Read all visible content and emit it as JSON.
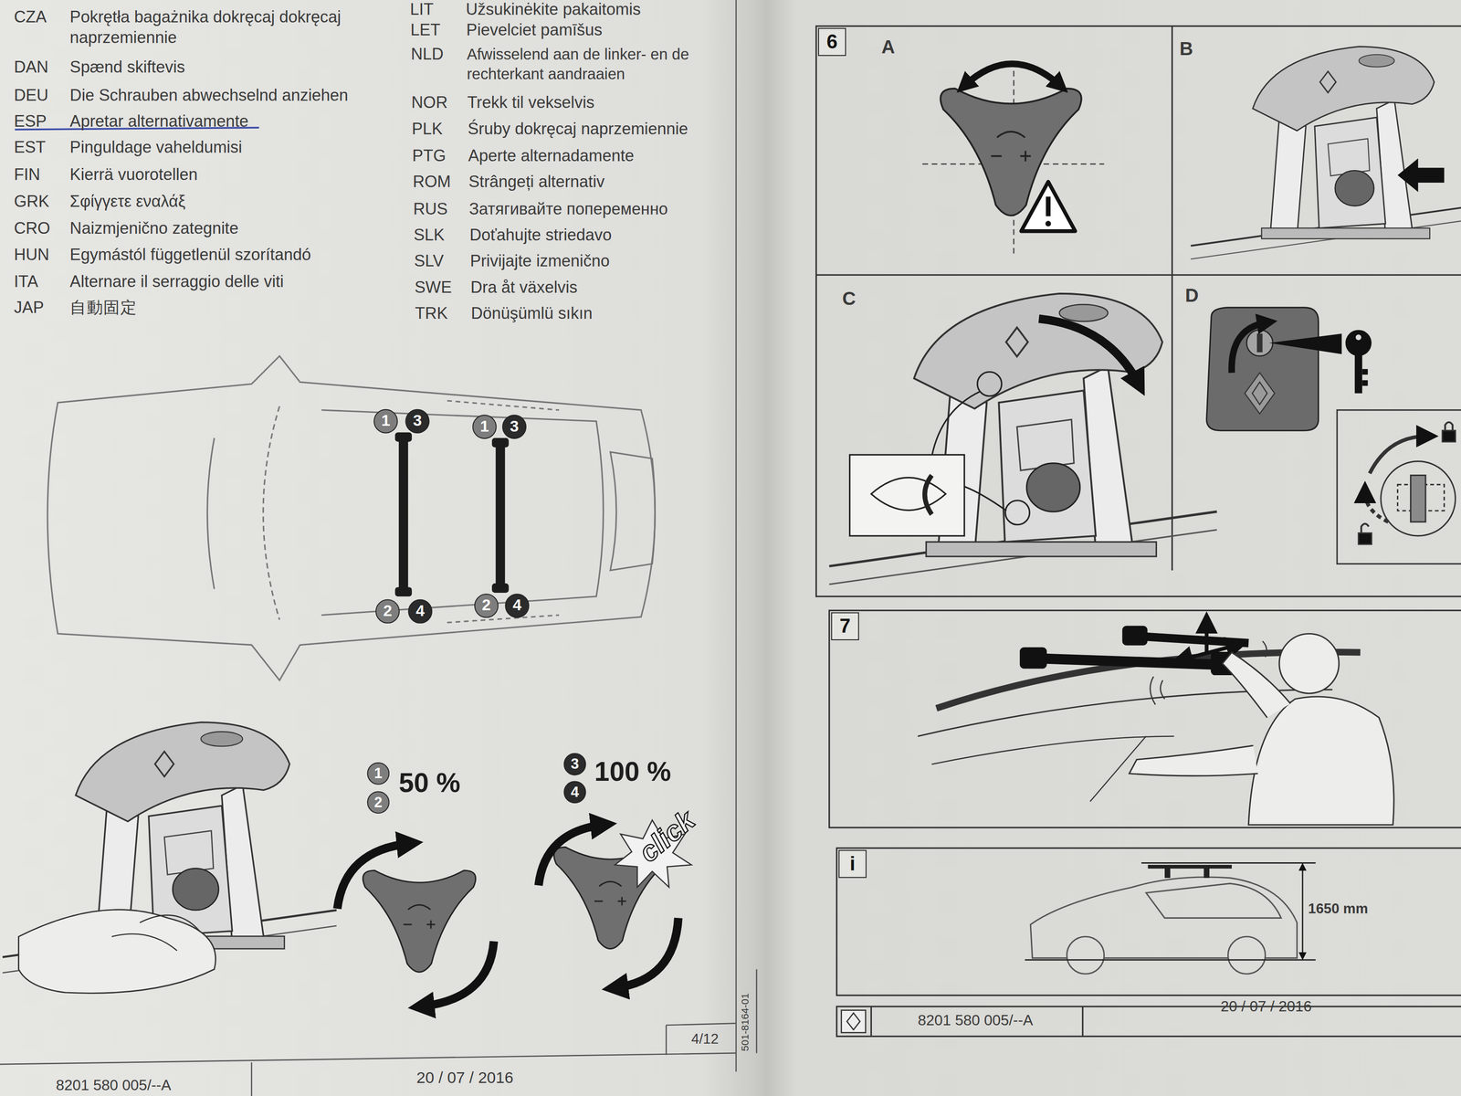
{
  "diagram": {
    "nodes": [
      {
        "text": [
          "1"
        ]
      },
      {
        "text": [
          "3"
        ]
      },
      {
        "text": [
          "1"
        ]
      },
      {
        "text": [
          "3"
        ]
      },
      {
        "text": [
          "2"
        ]
      },
      {
        "text": [
          "4"
        ]
      },
      {
        "text": [
          "2"
        ]
      },
      {
        "text": [
          "4"
        ]
      },
      {
        "text": [
          "1"
        ]
      },
      {
        "text": [
          "2"
        ]
      },
      {
        "text": [
          "3"
        ]
      },
      {
        "text": [
          "4"
        ]
      },
      {
        "text": [
          "6"
        ]
      },
      {
        "text": [
          "7"
        ]
      },
      {
        "text": [
          "i"
        ]
      }
    ],
    "labels": [
      "CZA",
      "Pokrętła bagażnika dokręcaj dokręcaj naprzemiennie",
      "DAN",
      "Spænd skiftevis",
      "DEU",
      "Die Schrauben abwechselnd anziehen",
      "ESP",
      "Apretar alternativamente",
      "EST",
      "Pinguldage vaheldumisi",
      "FIN",
      "Kierrä vuorotellen",
      "GRK",
      "Σφίγγετε εναλάξ",
      "CRO",
      "Naizmjenično zategnite",
      "HUN",
      "Egymástól függetlenül szorítandó",
      "ITA",
      "Alternare il serraggio delle viti",
      "JAP",
      "自動固定",
      "LIT",
      "Užsukinėkite pakaitomis",
      "LET",
      "Pievelciet pamīšus",
      "NLD",
      "Afwisselend aan de linker- en de rechterkant aandraaien",
      "NOR",
      "Trekk til vekselvis",
      "PLK",
      "Śruby dokręcaj naprzemiennie",
      "PTG",
      "Aperte alternadamente",
      "ROM",
      "Strângeți alternativ",
      "RUS",
      "Затягивайте попеременно",
      "SLK",
      "Doťahujte striedavo",
      "SLV",
      "Privijajte izmenično",
      "SWE",
      "Dra åt växelvis",
      "TRK",
      "Dönüşümlü sıkın",
      "50 %",
      "100 %",
      "click",
      "501-8164-01",
      "4/12",
      "8201 580 005/--A",
      "20 / 07 / 2016",
      "A",
      "B",
      "C",
      "D",
      "1650 mm",
      "8201 580 005/--A",
      "20 / 07 / 2016"
    ]
  }
}
